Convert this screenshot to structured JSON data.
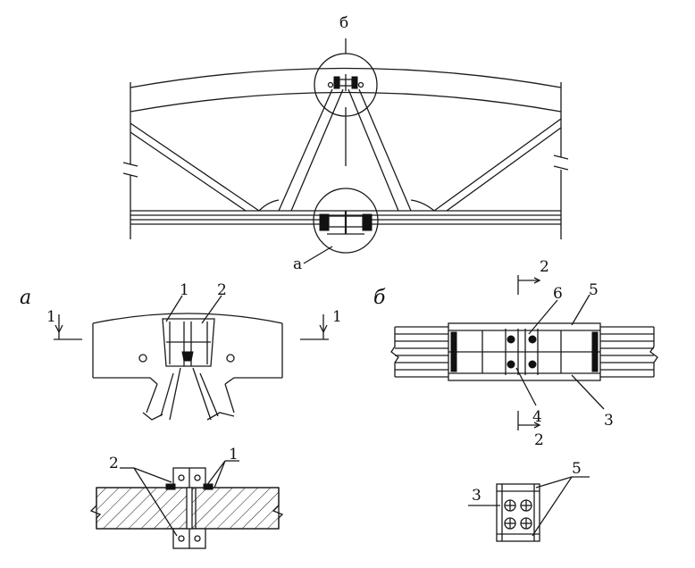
{
  "labels": {
    "callout_b": "б",
    "callout_a": "а",
    "view_a": "а",
    "view_b": "б",
    "a_pos1": "1",
    "a_pos2": "2",
    "a_sec_left": "1",
    "a_sec_right": "1",
    "b_sec_top": "2",
    "b_sec_bot": "2",
    "b_pos6": "6",
    "b_pos5": "5",
    "b_pos4": "4",
    "b_pos3": "3",
    "s1_pos2": "2",
    "s1_pos1": "1",
    "s2_pos3": "3",
    "s2_pos5": "5"
  },
  "colors": {
    "ink": "#1a1a1a",
    "paper": "#ffffff"
  }
}
